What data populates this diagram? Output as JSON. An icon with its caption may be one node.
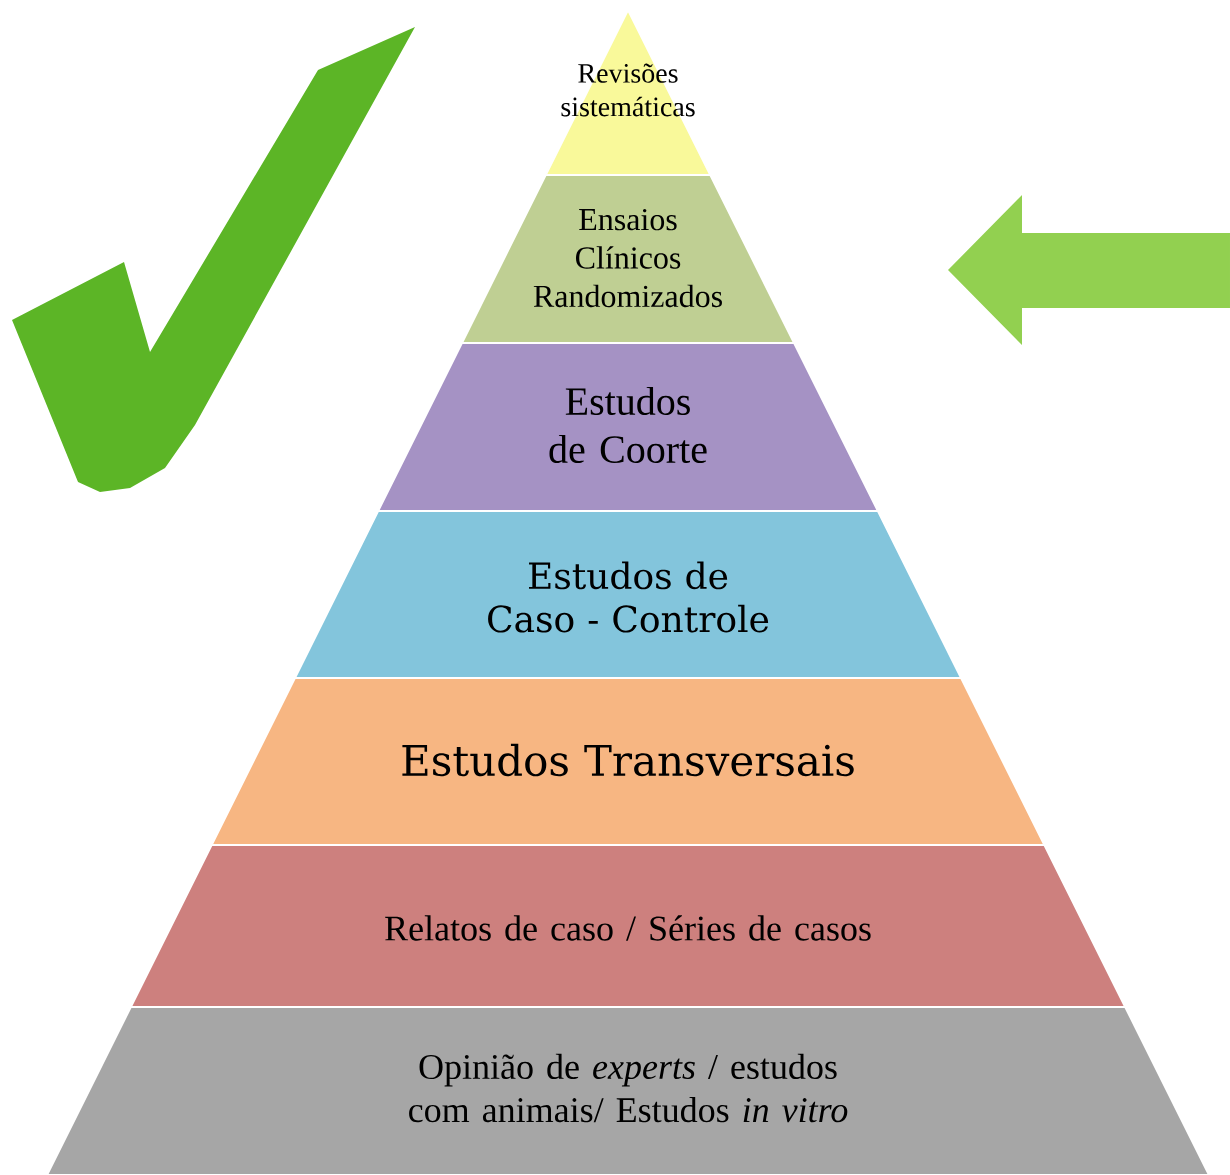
{
  "diagram": {
    "nodes": [
      {
        "text": [
          "Revisões sistemáticas"
        ]
      },
      {
        "text": [
          "Ensaios Clínicos Randomizados"
        ]
      },
      {
        "text": [
          "Estudos de Coorte"
        ]
      },
      {
        "text": [
          "Estudos de Caso - Controle"
        ]
      },
      {
        "text": [
          "Estudos Transversais"
        ]
      },
      {
        "text": [
          "Relatos de caso / Séries de casos"
        ]
      },
      {
        "text": [
          "Opinião de *experts* / estudos com animais/ Estudos *in vitro*"
        ]
      }
    ]
  }
}
